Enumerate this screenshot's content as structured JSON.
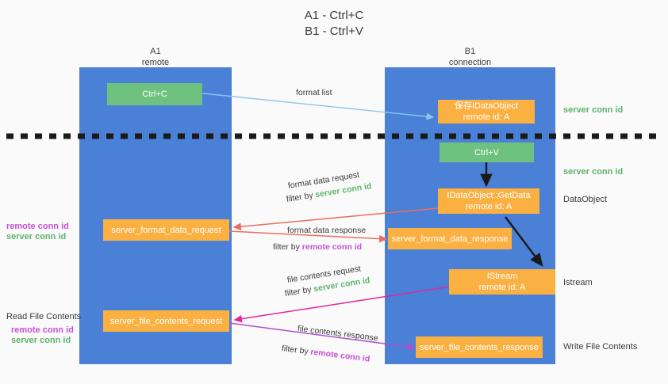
{
  "title": {
    "line1": "A1 - Ctrl+C",
    "line2": "B1 - Ctrl+V"
  },
  "lanes": [
    {
      "id": "a1",
      "name": "A1",
      "sub": "remote",
      "color": "#4a80d6"
    },
    {
      "id": "b1",
      "name": "B1",
      "sub": "connection",
      "color": "#4a80d6"
    }
  ],
  "nodes": {
    "ctrl_c": {
      "label": "Ctrl+C",
      "color": "#6fc180"
    },
    "save_idataobject": {
      "label": "保存IDataObject",
      "sub": "remote id: A",
      "color": "#fbb042"
    },
    "ctrl_v": {
      "label": "Ctrl+V",
      "color": "#6fc180"
    },
    "getdata": {
      "label": "IDataObject::GetData",
      "sub": "remote id: A",
      "color": "#fbb042"
    },
    "istream": {
      "label": "IStream",
      "sub": "remote id: A",
      "color": "#fbb042"
    },
    "server_format_data_request": {
      "label": "server_format_data_request",
      "color": "#fbb042"
    },
    "server_format_data_response": {
      "label": "server_format_data_response",
      "color": "#fbb042"
    },
    "server_file_contents_request": {
      "label": "server_file_contents_request",
      "color": "#fbb042"
    },
    "server_file_contents_response": {
      "label": "server_file_contents_response",
      "color": "#fbb042"
    }
  },
  "edges": {
    "format_list": {
      "label": "format list",
      "color": "#8ec4ea"
    },
    "format_data_request": {
      "line1": "format data request",
      "filter_prefix": "filter by ",
      "filter_key": "server conn id",
      "color": "#ea6d63"
    },
    "format_data_response": {
      "line1": "format data response",
      "filter_prefix": "filter by ",
      "filter_key": "remote conn id",
      "color": "#ea6d63"
    },
    "file_contents_request": {
      "line1": "file contents request",
      "filter_prefix": "filter by ",
      "filter_key": "server conn id",
      "color": "#e0279e"
    },
    "file_contents_response": {
      "line1": "file contents response",
      "filter_prefix": "filter by ",
      "filter_key": "remote conn id",
      "color": "#b14fd0"
    }
  },
  "annotations": {
    "left": {
      "mid_remote": "remote conn id",
      "mid_server": "server conn id",
      "read_file_contents": "Read File Contents",
      "low_remote": "remote conn id",
      "low_server": "server conn id"
    },
    "right": {
      "server_conn_id_top": "server conn id",
      "server_conn_id_mid": "server conn id",
      "dataobject": "DataObject",
      "istream": "Istream",
      "write_file_contents": "Write File Contents"
    }
  },
  "colors": {
    "lane": "#4a80d6",
    "green_node": "#6fc180",
    "orange_node": "#fbb042",
    "green_text": "#5cb36a",
    "purple_text": "#c551d4",
    "divider": "#1a1a1a",
    "background": "#fafafa"
  }
}
